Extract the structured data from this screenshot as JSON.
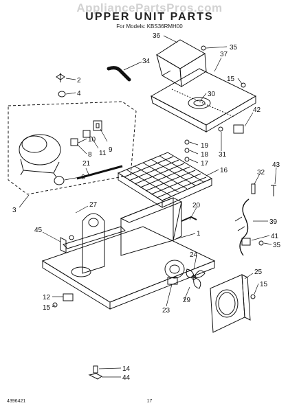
{
  "watermark": "AppliancePartsPros.com",
  "header": {
    "title": "UPPER UNIT PARTS",
    "subtitle": "For Models: KBS36RMH00"
  },
  "callouts": {
    "c36": "36",
    "c35a": "35",
    "c37": "37",
    "c34": "34",
    "c15a": "15",
    "c30": "30",
    "c2": "2",
    "c4": "4",
    "c42": "42",
    "c10": "10",
    "c11": "11",
    "c8": "8",
    "c9": "9",
    "c31": "31",
    "c19": "19",
    "c18": "18",
    "c17": "17",
    "c16": "16",
    "c21": "21",
    "c6": "6",
    "c32": "32",
    "c43": "43",
    "c3": "3",
    "c27": "27",
    "c20": "20",
    "c39": "39",
    "c45": "45",
    "c1": "1",
    "c41": "41",
    "c35b": "35",
    "c24": "24",
    "c25": "25",
    "c15b": "15",
    "c12": "12",
    "c15c": "15",
    "c23": "23",
    "c29": "29",
    "c14": "14",
    "c44": "44"
  },
  "footer": {
    "doc_number": "4396421",
    "page": "17"
  }
}
